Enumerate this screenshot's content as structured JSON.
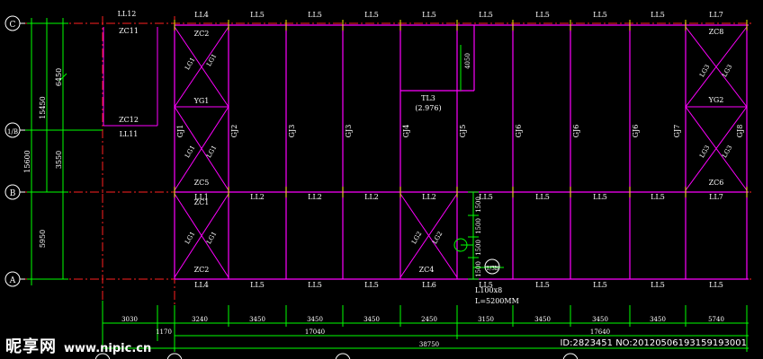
{
  "axes_rows": [
    "C",
    "1/B",
    "B",
    "A"
  ],
  "axis_callout": "1/3b",
  "left_dims": [
    "6450",
    "15450",
    "15600",
    "3550",
    "5950"
  ],
  "beams_top": [
    "LL12",
    "LL4",
    "LL5",
    "LL5",
    "LL5",
    "LL5",
    "LL5",
    "LL5",
    "LL5",
    "LL5",
    "LL7"
  ],
  "beams_row_b": [
    "LL1",
    "LL2",
    "LL2",
    "LL2",
    "LL2",
    "LL5",
    "LL5",
    "LL5",
    "LL5",
    "LL7"
  ],
  "beams_row_a": [
    "LL4",
    "LL5",
    "LL5",
    "LL5",
    "LL6",
    "LL5",
    "LL5",
    "LL5",
    "LL5",
    "LL5"
  ],
  "beam_ll11": "LL11",
  "columns": [
    "GJ1",
    "GJ2",
    "GJ3",
    "GJ3",
    "GJ4",
    "GJ5",
    "GJ6",
    "GJ6",
    "GJ6",
    "GJ7",
    "GJ8"
  ],
  "braces": {
    "zc11": "ZC11",
    "zc12": "ZC12",
    "zc2_top": "ZC2",
    "zc5": "ZC5",
    "zc1": "ZC1",
    "zc2_bot": "ZC2",
    "zc4": "ZC4",
    "zc8": "ZC8",
    "zc6": "ZC6",
    "lg1": "LG1",
    "lg2": "LG2",
    "lg3": "LG3",
    "yg1": "YG1",
    "yg2": "YG2"
  },
  "tl3": {
    "name": "TL3",
    "elev": "(2.976)",
    "dim": "4050"
  },
  "steel_note": {
    "line1": "L100x8",
    "line2": "L=5200MM"
  },
  "side_dims": [
    "1500",
    "1500",
    "1500",
    "1500"
  ],
  "bottom_spans": [
    "3240",
    "3450",
    "3450",
    "3450",
    "2450",
    "3150",
    "3450",
    "3450",
    "3450",
    "5740"
  ],
  "bottom_totals": {
    "left": "3030",
    "left_small": "1170",
    "mid": "17040",
    "right": "17640",
    "overall": "38750"
  },
  "watermark": {
    "brand": "昵享网",
    "url": "www.nipic.cn",
    "id": "ID:2823451 NO:20120506193159193001"
  },
  "colors": {
    "green": "#00ff00",
    "magenta": "#ff00ff",
    "red": "#ff3030",
    "white": "#ffffff",
    "grid": "#ff0000"
  }
}
